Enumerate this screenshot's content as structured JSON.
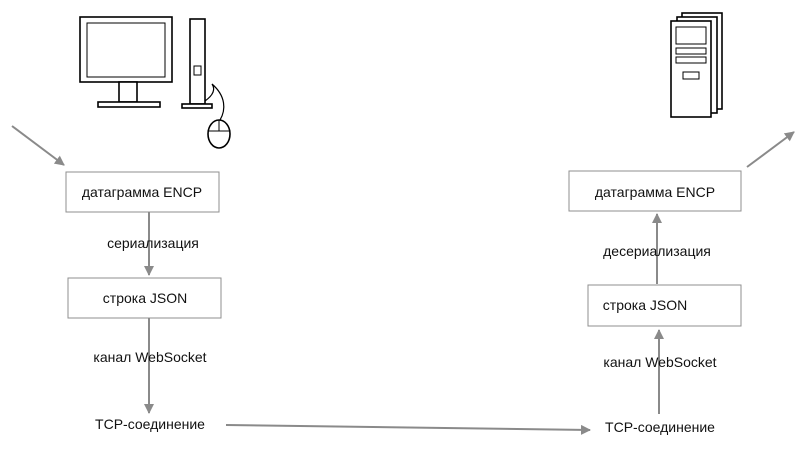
{
  "client": {
    "box_datagram": "датаграмма ENCP",
    "edge_serialize": "сериализация",
    "box_json": "строка JSON",
    "edge_channel": "канал WebSocket",
    "tcp": "TCP-соединение"
  },
  "server": {
    "box_datagram": "датаграмма ENCP",
    "edge_deserialize": "десериализация",
    "box_json": "строка JSON",
    "edge_channel": "канал WebSocket",
    "tcp": "TCP-соединение"
  },
  "icons": {
    "client_device": "desktop-computer-icon",
    "client_mouse": "mouse-icon",
    "server_device": "server-tower-icon"
  },
  "colors": {
    "arrow": "#8a8a8a",
    "box_border": "#8f8f8f",
    "device_stroke": "#000000"
  }
}
